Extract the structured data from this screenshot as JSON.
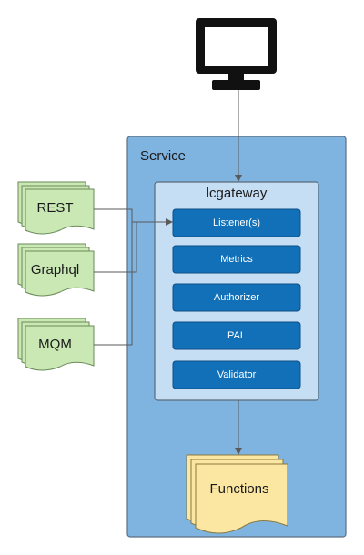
{
  "service": {
    "label": "Service"
  },
  "gateway": {
    "label": "lcgateway"
  },
  "components": [
    {
      "label": "Listener(s)"
    },
    {
      "label": "Metrics"
    },
    {
      "label": "Authorizer"
    },
    {
      "label": "PAL"
    },
    {
      "label": "Validator"
    }
  ],
  "inputs": [
    {
      "label": "REST"
    },
    {
      "label": "Graphql"
    },
    {
      "label": "MQM"
    }
  ],
  "functions": {
    "label": "Functions"
  },
  "client": {
    "icon": "monitor-icon"
  },
  "colors": {
    "service_fill": "#7fb3e0",
    "gateway_fill": "#c6def3",
    "component_fill": "#1170b8",
    "input_fill": "#c9e8b4",
    "functions_fill": "#fbe6a2"
  }
}
